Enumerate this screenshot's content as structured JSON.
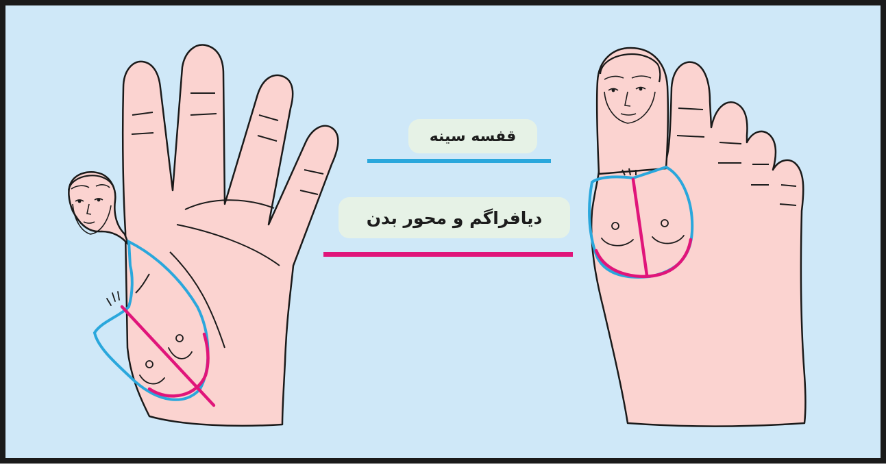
{
  "labels": {
    "chest": "قفسه سینه",
    "diaphragm_axis": "دیافراگم و محور بدن"
  },
  "colors": {
    "background": "#cfe8f8",
    "frame": "#1a1a1a",
    "skin": "#fbd3d0",
    "outline": "#1a1a1a",
    "chest_line": "#2aa7dc",
    "diaphragm_line": "#e0157a",
    "label_box": "#e6f2e6"
  },
  "icons": [
    "hand-palm-illustration",
    "foot-sole-illustration",
    "face-on-thumb-icon",
    "face-on-big-toe-icon"
  ]
}
